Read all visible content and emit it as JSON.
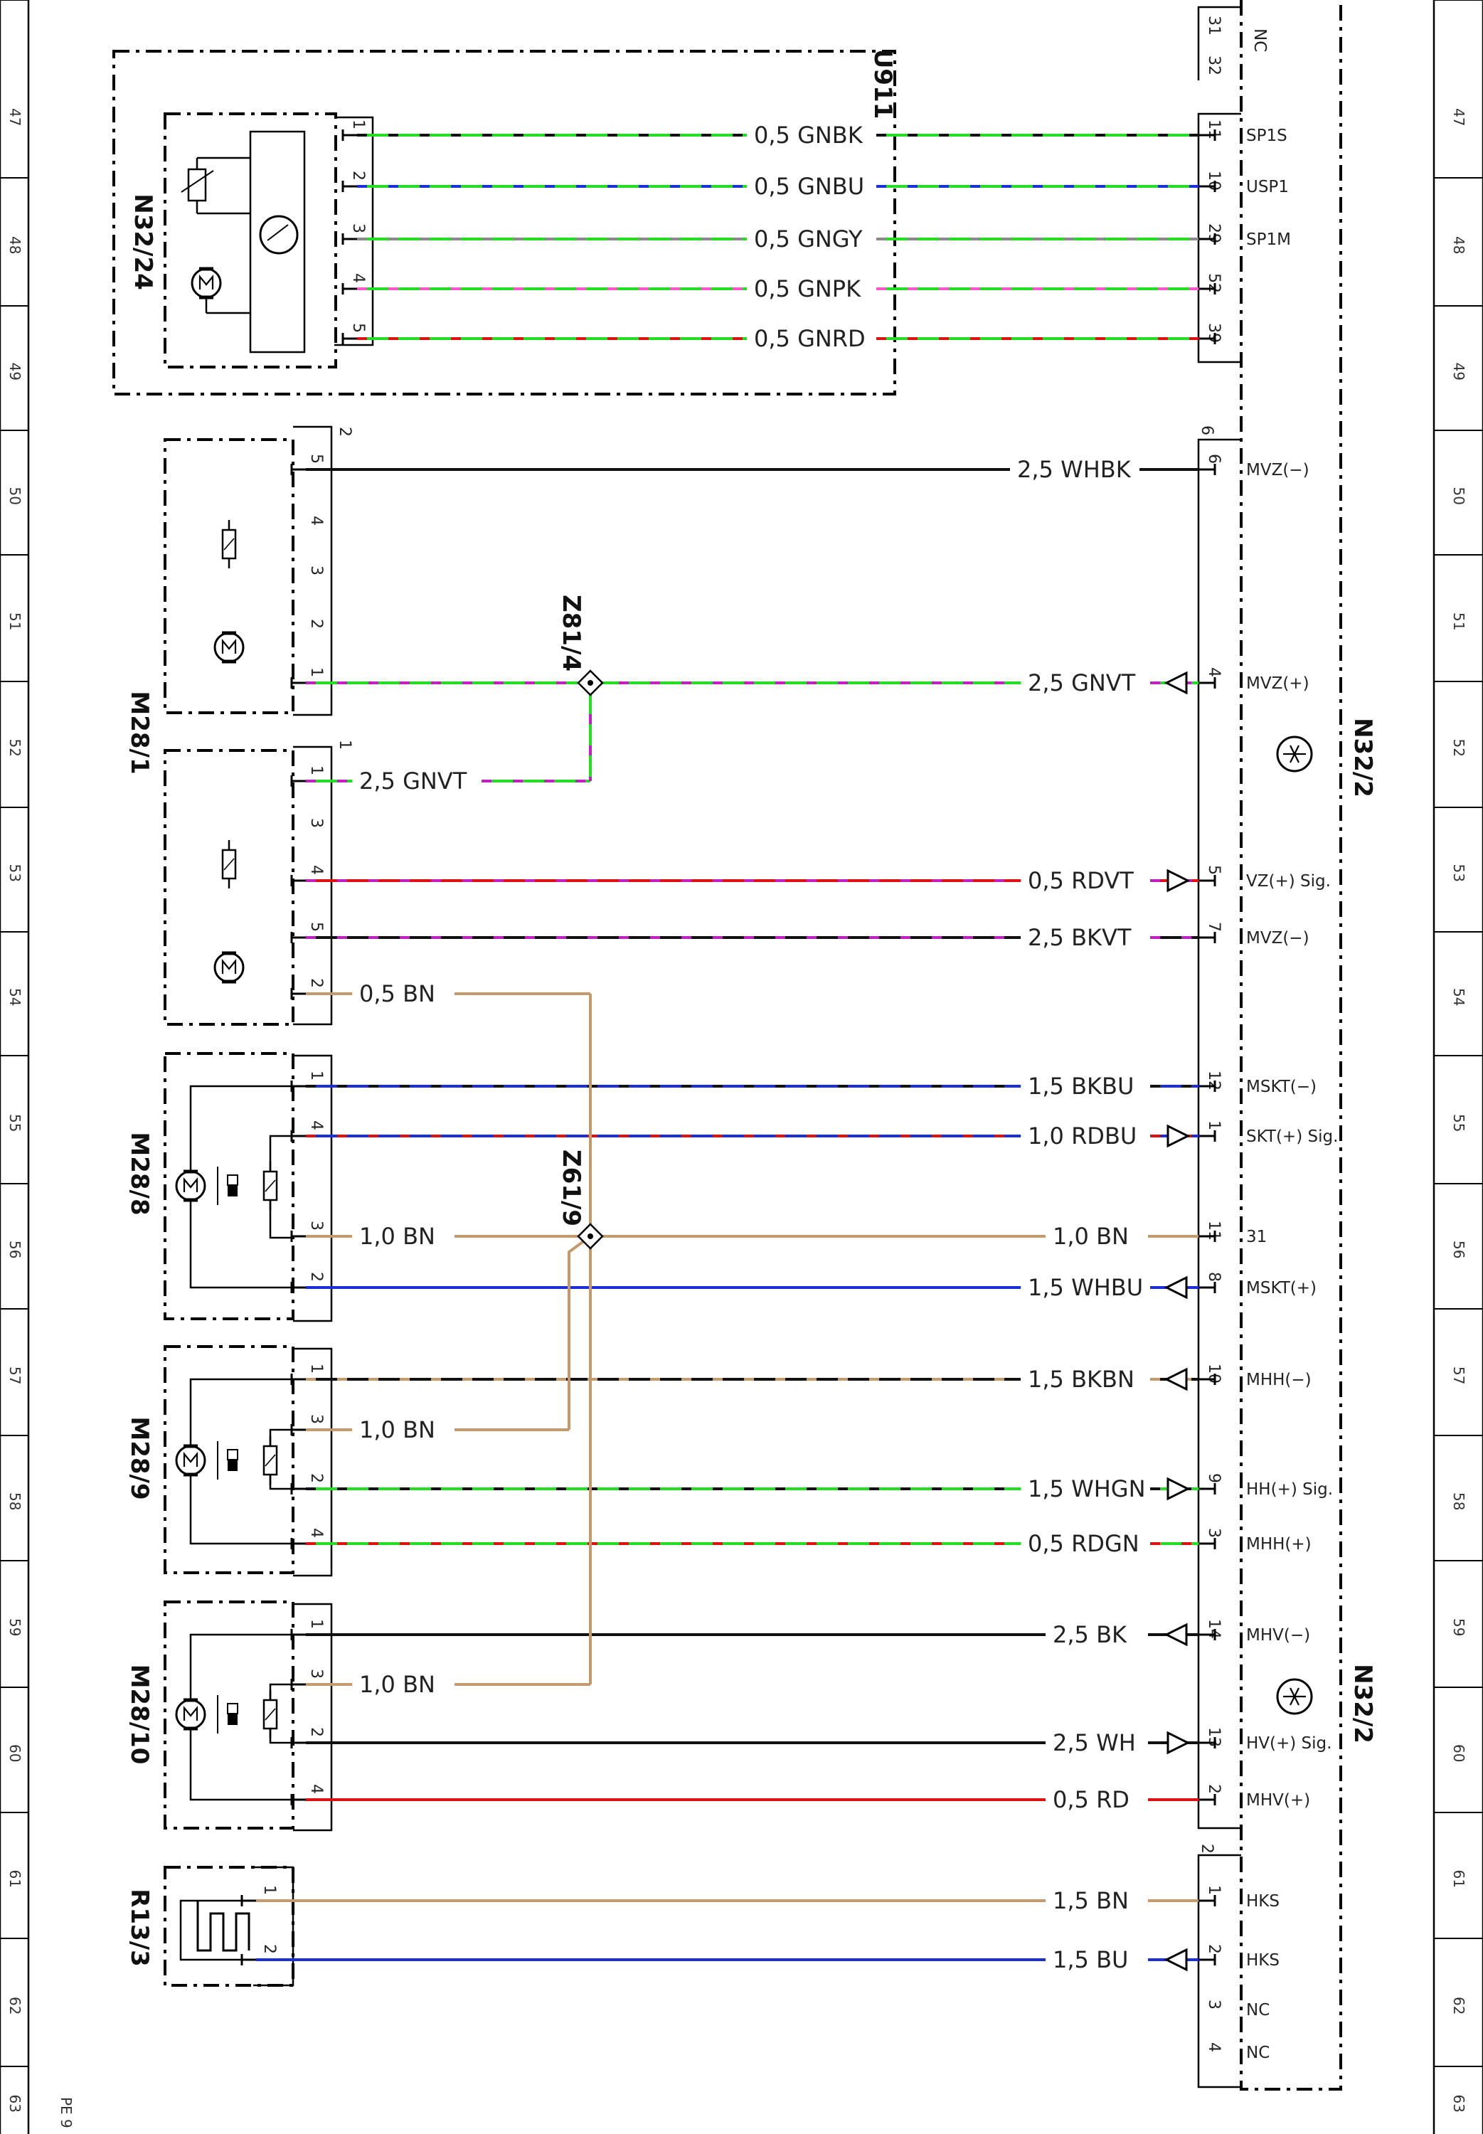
{
  "components": {
    "n32_24": "N32/24",
    "u911": "U911",
    "m28_1": "M28/1",
    "m28_8": "M28/8",
    "m28_9": "M28/9",
    "m28_10": "M28/10",
    "r13_3": "R13/3",
    "n32_2_a": "N32/2",
    "n32_2_b": "N32/2",
    "z81_4": "Z81/4",
    "z61_9": "Z61/9"
  },
  "row_numbers": [
    "47",
    "48",
    "49",
    "50",
    "51",
    "52",
    "53",
    "54",
    "55",
    "56",
    "57",
    "58",
    "59",
    "60",
    "61",
    "62",
    "63"
  ],
  "sheet_ref": "PE 9",
  "top_pins": {
    "p31": "31",
    "p32": "32",
    "nc": "NC"
  },
  "connector_counts": {
    "m28_1_upper": "2",
    "m28_1_lower": "1",
    "n32_2_mid": "6",
    "n32_2_low": "2"
  },
  "colors": {
    "GN": "#22dd22",
    "BK": "#111111",
    "BU": "#1a2fd8",
    "GY": "#8a8a8a",
    "PK": "#ff55cc",
    "RD": "#dd1111",
    "WH": "#bdbdbd",
    "VT": "#c020c0",
    "BN": "#c49a6c"
  },
  "wires": [
    {
      "id": "w1",
      "label": "0,5 GNBK",
      "base": "GN",
      "stripe": "BK",
      "pin_l": "1",
      "pin_r": "11",
      "signal": "SP1S",
      "arrow": "none"
    },
    {
      "id": "w2",
      "label": "0,5 GNBU",
      "base": "GN",
      "stripe": "BU",
      "pin_l": "2",
      "pin_r": "10",
      "signal": "USP1",
      "arrow": "none"
    },
    {
      "id": "w3",
      "label": "0,5 GNGY",
      "base": "GN",
      "stripe": "GY",
      "pin_l": "3",
      "pin_r": "29",
      "signal": "SP1M",
      "arrow": "none"
    },
    {
      "id": "w4",
      "label": "0,5 GNPK",
      "base": "GN",
      "stripe": "PK",
      "pin_l": "4",
      "pin_r": "52",
      "signal": "",
      "arrow": "none"
    },
    {
      "id": "w5",
      "label": "0,5 GNRD",
      "base": "GN",
      "stripe": "RD",
      "pin_l": "5",
      "pin_r": "39",
      "signal": "",
      "arrow": "none"
    },
    {
      "id": "w6",
      "label": "2,5 WHBK",
      "base": "BK",
      "stripe": "",
      "pin_l": "5",
      "pin_r": "6",
      "signal": "MVZ(−)",
      "arrow": "none"
    },
    {
      "id": "w7",
      "label": "2,5 GNVT",
      "base": "GN",
      "stripe": "VT",
      "pin_l": "1",
      "pin_r": "4",
      "signal": "MVZ(+)",
      "arrow": "left"
    },
    {
      "id": "w8",
      "label": "2,5 GNVT",
      "base": "GN",
      "stripe": "VT",
      "pin_l": "1",
      "pin_r": "",
      "signal": "",
      "arrow": "none"
    },
    {
      "id": "w9",
      "label": "0,5 RDVT",
      "base": "RD",
      "stripe": "VT",
      "pin_l": "4",
      "pin_r": "5",
      "signal": "VZ(+) Sig.",
      "arrow": "right"
    },
    {
      "id": "w10",
      "label": "2,5 BKVT",
      "base": "BK",
      "stripe": "VT",
      "pin_l": "5",
      "pin_r": "7",
      "signal": "MVZ(−)",
      "arrow": "none"
    },
    {
      "id": "w11",
      "label": "0,5 BN",
      "base": "BN",
      "stripe": "",
      "pin_l": "2",
      "pin_r": "",
      "signal": "",
      "arrow": "none"
    },
    {
      "id": "w12",
      "label": "1,5 BKBU",
      "base": "BU",
      "stripe": "BK",
      "pin_l": "1",
      "pin_r": "12",
      "signal": "MSKT(−)",
      "arrow": "none"
    },
    {
      "id": "w13",
      "label": "1,0 RDBU",
      "base": "BU",
      "stripe": "RD",
      "pin_l": "4",
      "pin_r": "1",
      "signal": "SKT(+) Sig.",
      "arrow": "right"
    },
    {
      "id": "w14",
      "label": "1,0 BN",
      "base": "BN",
      "stripe": "",
      "pin_l": "3",
      "pin_r": "",
      "signal": "",
      "arrow": "none"
    },
    {
      "id": "w14b",
      "label": "1,0 BN",
      "base": "BN",
      "stripe": "",
      "pin_l": "",
      "pin_r": "11",
      "signal": "31",
      "arrow": "none"
    },
    {
      "id": "w15",
      "label": "1,5 WHBU",
      "base": "BU",
      "stripe": "",
      "pin_l": "2",
      "pin_r": "8",
      "signal": "MSKT(+)",
      "arrow": "left"
    },
    {
      "id": "w16",
      "label": "1,5 BKBN",
      "base": "BK",
      "stripe": "BN",
      "pin_l": "1",
      "pin_r": "10",
      "signal": "MHH(−)",
      "arrow": "left"
    },
    {
      "id": "w17",
      "label": "1,0 BN",
      "base": "BN",
      "stripe": "",
      "pin_l": "3",
      "pin_r": "",
      "signal": "",
      "arrow": "none"
    },
    {
      "id": "w18",
      "label": "1,5 WHGN",
      "base": "GN",
      "stripe": "BK",
      "pin_l": "2",
      "pin_r": "9",
      "signal": "HH(+) Sig.",
      "arrow": "right"
    },
    {
      "id": "w19",
      "label": "0,5 RDGN",
      "base": "GN",
      "stripe": "RD",
      "pin_l": "4",
      "pin_r": "3",
      "signal": "MHH(+)",
      "arrow": "none"
    },
    {
      "id": "w20",
      "label": "2,5 BK",
      "base": "BK",
      "stripe": "",
      "pin_l": "1",
      "pin_r": "14",
      "signal": "MHV(−)",
      "arrow": "left"
    },
    {
      "id": "w21",
      "label": "1,0 BN",
      "base": "BN",
      "stripe": "",
      "pin_l": "3",
      "pin_r": "",
      "signal": "",
      "arrow": "none"
    },
    {
      "id": "w22",
      "label": "2,5 WH",
      "base": "BK",
      "stripe": "",
      "pin_l": "2",
      "pin_r": "13",
      "signal": "HV(+) Sig.",
      "arrow": "right"
    },
    {
      "id": "w23",
      "label": "0,5 RD",
      "base": "RD",
      "stripe": "",
      "pin_l": "4",
      "pin_r": "2",
      "signal": "MHV(+)",
      "arrow": "none"
    },
    {
      "id": "w24",
      "label": "1,5 BN",
      "base": "BN",
      "stripe": "",
      "pin_l": "1",
      "pin_r": "1",
      "signal": "HKS",
      "arrow": "none"
    },
    {
      "id": "w25",
      "label": "1,5 BU",
      "base": "BU",
      "stripe": "",
      "pin_l": "2",
      "pin_r": "2",
      "signal": "HKS",
      "arrow": "left"
    }
  ],
  "unused_pins": {
    "m28_1_upper": [
      "4",
      "3",
      "2"
    ],
    "m28_1_lower": [
      "3"
    ],
    "n32_2_nc": [
      {
        "pin": "3",
        "signal": "NC"
      },
      {
        "pin": "4",
        "signal": "NC"
      }
    ]
  }
}
